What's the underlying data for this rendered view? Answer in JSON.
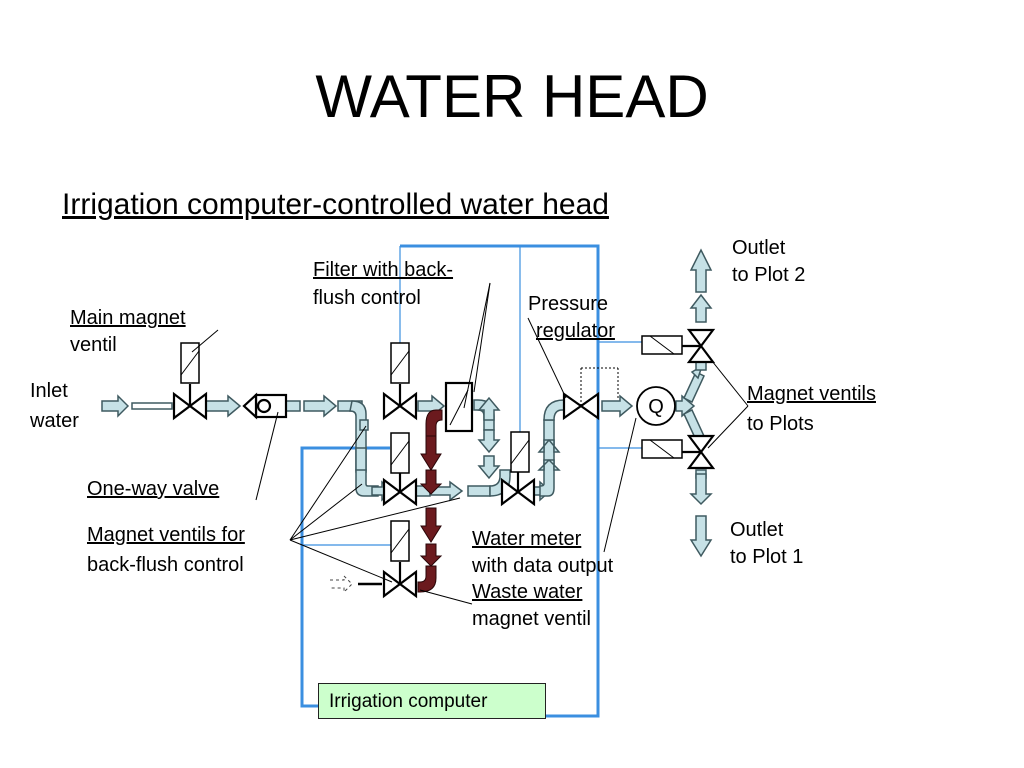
{
  "title": "WATER HEAD",
  "subtitle": "Irrigation computer-controlled water head",
  "labels": {
    "inlet_line1": "Inlet",
    "inlet_line2": "water",
    "main_magnet_line1": "Main magnet",
    "main_magnet_line2": "ventil",
    "filter_line1": "Filter with back-",
    "filter_line2": "flush control",
    "pressure_line1": "Pressure",
    "pressure_line2": "regulator",
    "outlet2_line1": "Outlet",
    "outlet2_line2": "to Plot 2",
    "magnet_plots_line1": "Magnet ventils",
    "magnet_plots_line2": "to Plots",
    "one_way": "One-way valve",
    "backflush_line1": "Magnet ventils for",
    "backflush_line2": "back-flush control",
    "meter_line1": "Water meter",
    "meter_line2": "with data output",
    "waste_line1": "Waste water",
    "waste_line2": "magnet ventil",
    "outlet1_line1": "Outlet",
    "outlet1_line2": "to Plot 1",
    "computer": "Irrigation computer",
    "meter_symbol": "Q"
  },
  "colors": {
    "pipe_fill": "#c6e1e6",
    "pipe_stroke": "#3f5a60",
    "waste_pipe": "#6b1a1e",
    "control_wire": "#3b8fe0",
    "computer_box": "#ccffcc"
  }
}
